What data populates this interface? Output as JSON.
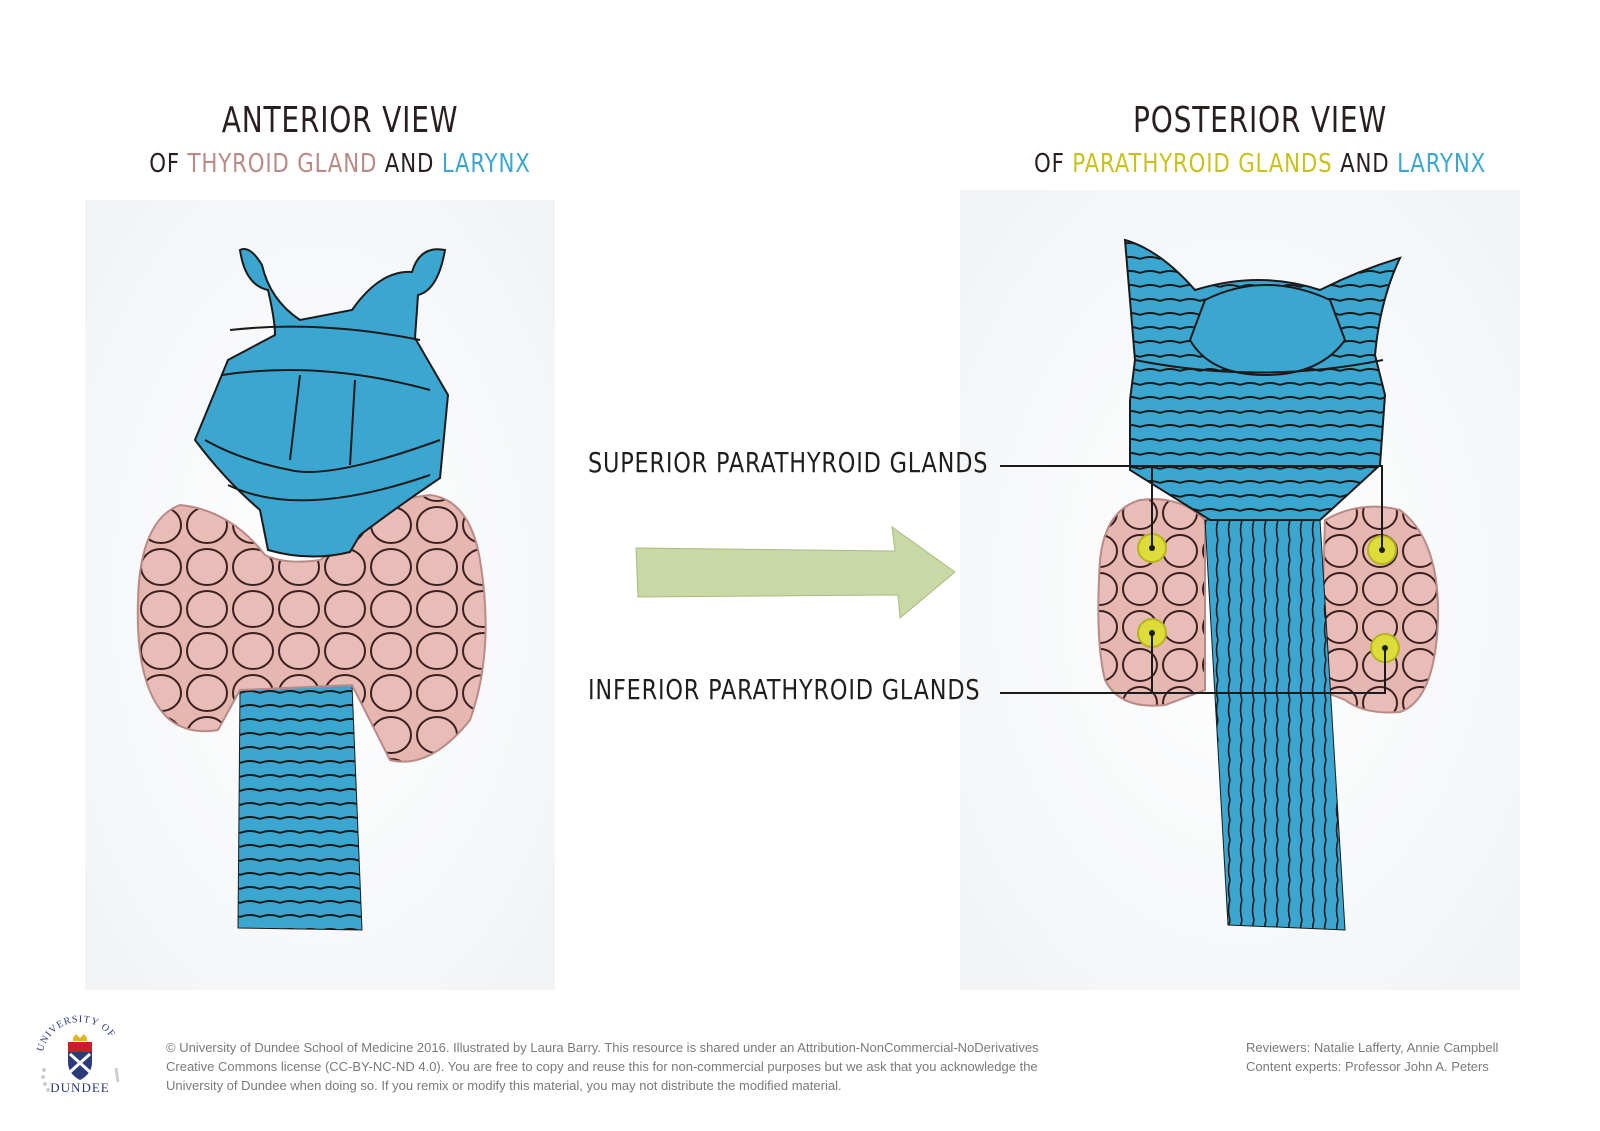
{
  "left_title": {
    "main": "ANTERIOR VIEW",
    "of": "OF",
    "thyroid": "THYROID GLAND",
    "and": "AND",
    "larynx": "LARYNX"
  },
  "right_title": {
    "main": "POSTERIOR VIEW",
    "of": "OF",
    "parathyroid": "PARATHYROID GLANDS",
    "and": "AND",
    "larynx": "LARYNX"
  },
  "labels": {
    "superior": "SUPERIOR PARATHYROID GLANDS",
    "inferior": "INFERIOR PARATHYROID GLANDS"
  },
  "footer": {
    "license_line1": "© University of Dundee School of Medicine 2016. Illustrated by Laura Barry. This resource is shared under an Attribution-NonCommercial-NoDerivatives",
    "license_line2": "Creative Commons license (CC-BY-NC-ND 4.0). You are free to copy and reuse this for non-commercial purposes but we ask that you acknowledge the",
    "license_line3": "University of Dundee when doing so. If you remix or modify this material, you may not distribute the modified material.",
    "reviewers": "Reviewers: Natalie Lafferty, Annie Campbell",
    "experts": "Content experts: Professor John A. Peters"
  },
  "logo": {
    "arc_text": "UNIVERSITY OF",
    "name": "DUNDEE"
  },
  "colors": {
    "larynx_blue": "#3ba7d0",
    "thyroid_pink": "#e3b3ad",
    "parathyroid_yellow": "#dedc3a",
    "arrow_green": "#c9d8a4",
    "ink": "#1a1a1a"
  }
}
